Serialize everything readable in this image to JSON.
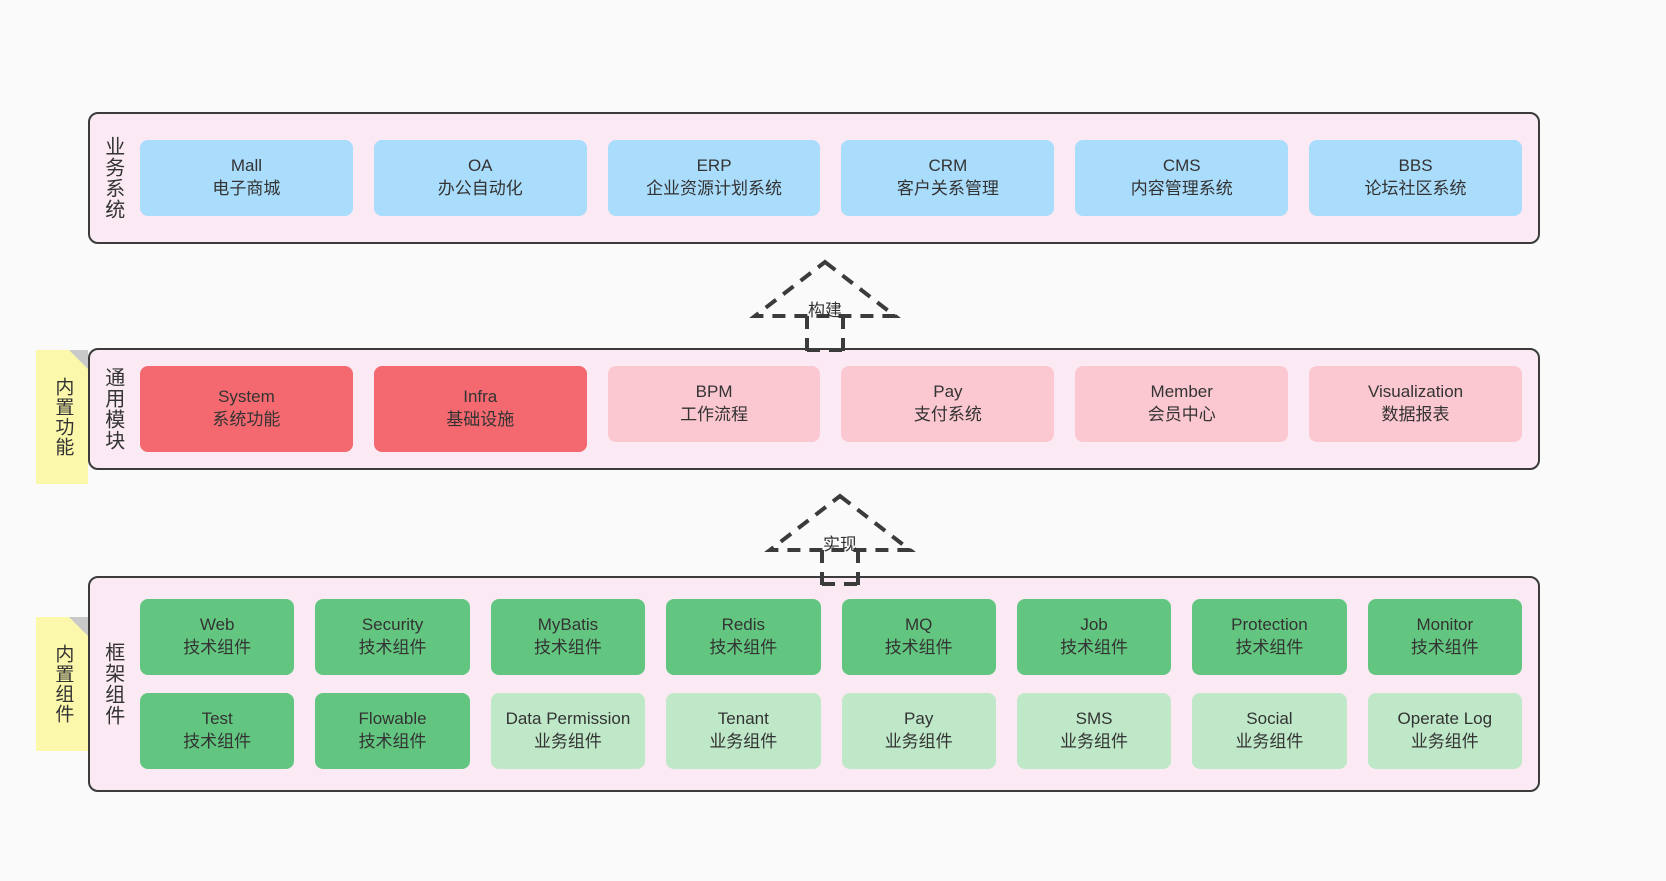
{
  "layers": [
    {
      "id": "business",
      "title": "业务系统",
      "rows": [
        [
          {
            "en": "Mall",
            "cn": "电子商城",
            "style": "blue"
          },
          {
            "en": "OA",
            "cn": "办公自动化",
            "style": "blue"
          },
          {
            "en": "ERP",
            "cn": "企业资源计划系统",
            "style": "blue"
          },
          {
            "en": "CRM",
            "cn": "客户关系管理",
            "style": "blue"
          },
          {
            "en": "CMS",
            "cn": "内容管理系统",
            "style": "blue"
          },
          {
            "en": "BBS",
            "cn": "论坛社区系统",
            "style": "blue"
          }
        ]
      ]
    },
    {
      "id": "common",
      "title": "通用模块",
      "note": "内置功能",
      "rows": [
        [
          {
            "en": "System",
            "cn": "系统功能",
            "style": "red-strong"
          },
          {
            "en": "Infra",
            "cn": "基础设施",
            "style": "red-strong"
          },
          {
            "en": "BPM",
            "cn": "工作流程",
            "style": "red-soft"
          },
          {
            "en": "Pay",
            "cn": "支付系统",
            "style": "red-soft"
          },
          {
            "en": "Member",
            "cn": "会员中心",
            "style": "red-soft"
          },
          {
            "en": "Visualization",
            "cn": "数据报表",
            "style": "red-soft"
          }
        ]
      ]
    },
    {
      "id": "framework",
      "title": "框架组件",
      "note": "内置组件",
      "rows": [
        [
          {
            "en": "Web",
            "cn": "技术组件",
            "style": "green-strong"
          },
          {
            "en": "Security",
            "cn": "技术组件",
            "style": "green-strong"
          },
          {
            "en": "MyBatis",
            "cn": "技术组件",
            "style": "green-strong"
          },
          {
            "en": "Redis",
            "cn": "技术组件",
            "style": "green-strong"
          },
          {
            "en": "MQ",
            "cn": "技术组件",
            "style": "green-strong"
          },
          {
            "en": "Job",
            "cn": "技术组件",
            "style": "green-strong"
          },
          {
            "en": "Protection",
            "cn": "技术组件",
            "style": "green-strong"
          },
          {
            "en": "Monitor",
            "cn": "技术组件",
            "style": "green-strong"
          }
        ],
        [
          {
            "en": "Test",
            "cn": "技术组件",
            "style": "green-strong"
          },
          {
            "en": "Flowable",
            "cn": "技术组件",
            "style": "green-strong"
          },
          {
            "en": "Data Permission",
            "cn": "业务组件",
            "style": "green-soft"
          },
          {
            "en": "Tenant",
            "cn": "业务组件",
            "style": "green-soft"
          },
          {
            "en": "Pay",
            "cn": "业务组件",
            "style": "green-soft"
          },
          {
            "en": "SMS",
            "cn": "业务组件",
            "style": "green-soft"
          },
          {
            "en": "Social",
            "cn": "业务组件",
            "style": "green-soft"
          },
          {
            "en": "Operate Log",
            "cn": "业务组件",
            "style": "green-soft"
          }
        ]
      ]
    }
  ],
  "arrows": [
    {
      "id": "build",
      "label": "构建"
    },
    {
      "id": "implement",
      "label": "实现"
    }
  ],
  "colors": {
    "background": "#fafafa",
    "layer_fill": "#fbeaf4",
    "layer_border": "#3b3b3b",
    "blue": "#aadcfb",
    "red_strong": "#f4696f",
    "red_soft": "#fbc8d1",
    "green_strong": "#63c680",
    "green_soft": "#bfe8c8",
    "note_fill": "#fcf8ab",
    "note_fold": "#c9c9c9",
    "text": "#333333"
  }
}
